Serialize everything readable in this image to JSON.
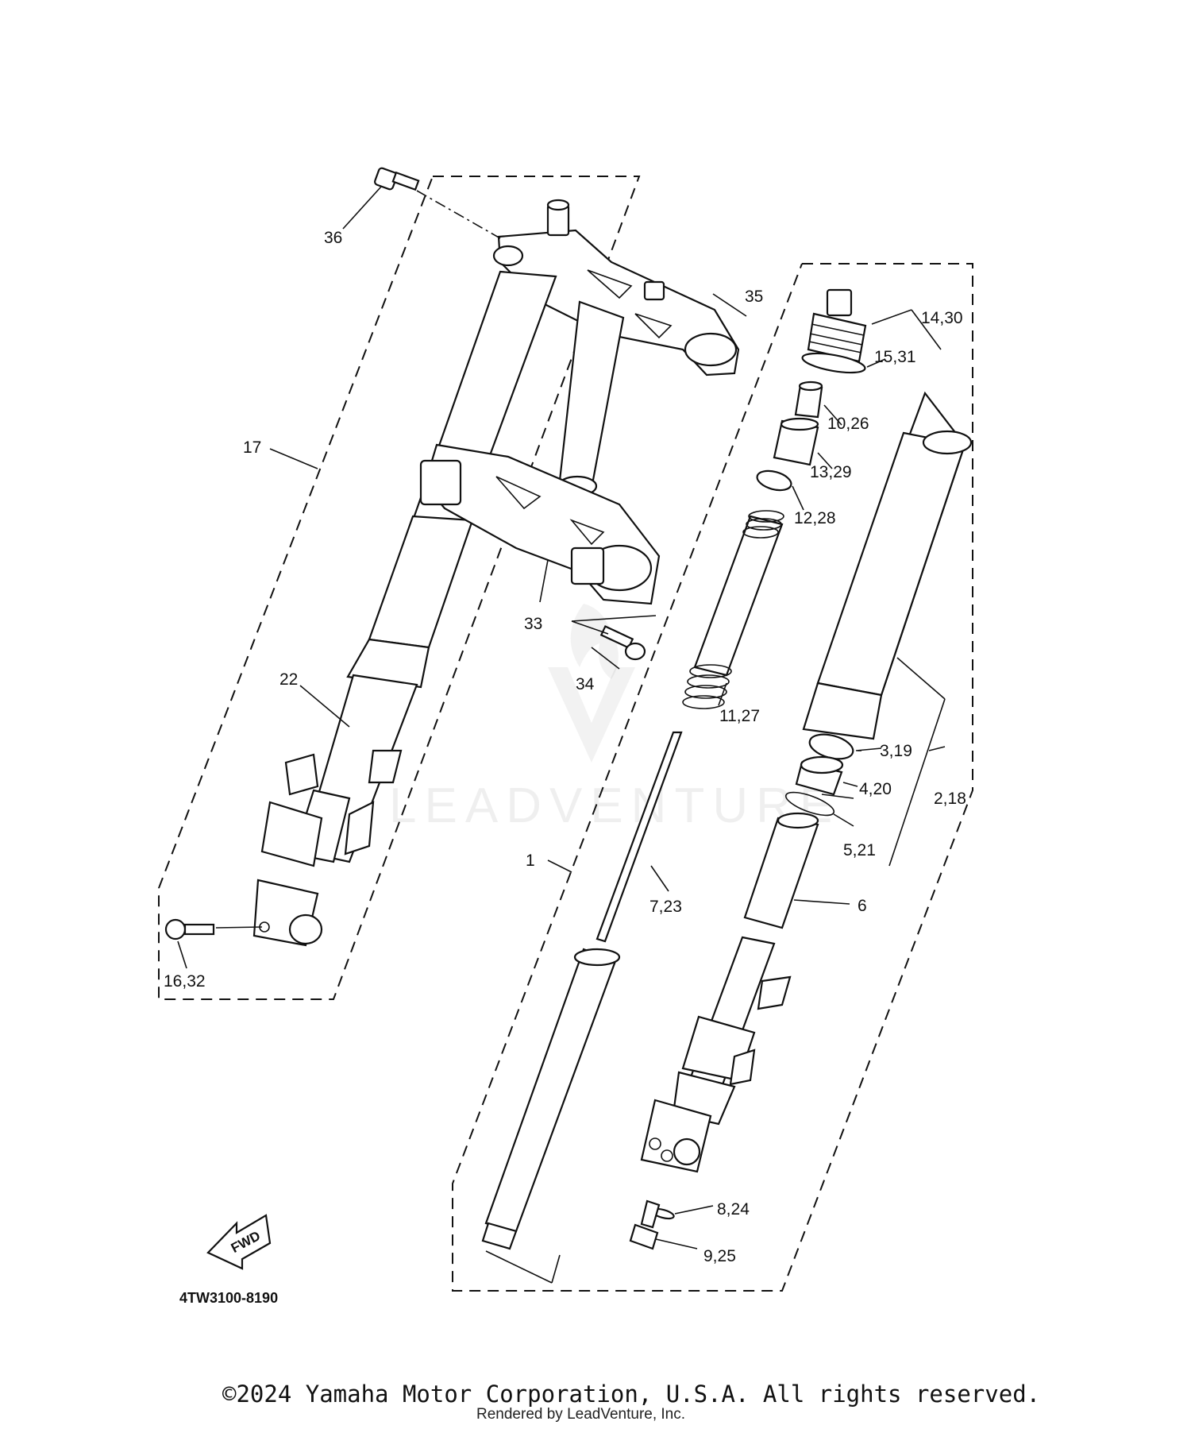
{
  "callouts": {
    "c36": "36",
    "c35": "35",
    "c17": "17",
    "c33": "33",
    "c34": "34",
    "c22": "22",
    "c16_32": "16,32",
    "c14_30": "14,30",
    "c15_31": "15,31",
    "c10_26": "10,26",
    "c13_29": "13,29",
    "c12_28": "12,28",
    "c11_27": "11,27",
    "c3_19": "3,19",
    "c4_20": "4,20",
    "c2_18": "2,18",
    "c5_21": "5,21",
    "c6": "6",
    "c1": "1",
    "c7_23": "7,23",
    "c8_24": "8,24",
    "c9_25": "9,25"
  },
  "diagram_code": "4TW3100-8190",
  "fwd_label": "FWD",
  "watermark": "LEADVENTURE",
  "footer": {
    "copyright": "©2024 Yamaha Motor Corporation, U.S.A. All rights reserved.",
    "rendered_by": "Rendered by LeadVenture, Inc."
  }
}
